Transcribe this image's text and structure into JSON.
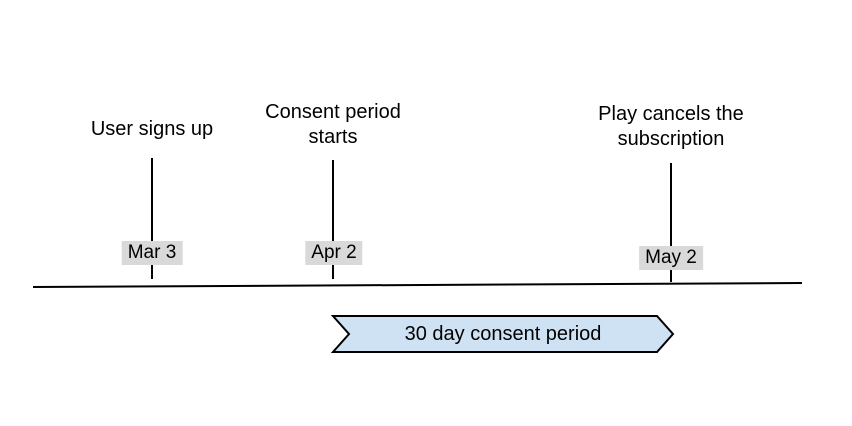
{
  "diagram": {
    "events": [
      {
        "label": "User signs up",
        "date": "Mar 3"
      },
      {
        "label": "Consent period starts",
        "date": "Apr 2"
      },
      {
        "label": "Play cancels the subscription",
        "date": "May 2"
      }
    ],
    "banner": {
      "label": "30 day consent period"
    },
    "colors": {
      "banner_fill": "#cfe2f3",
      "banner_stroke": "#000000",
      "date_chip_bg": "#d9d9d9",
      "line": "#000000"
    }
  }
}
